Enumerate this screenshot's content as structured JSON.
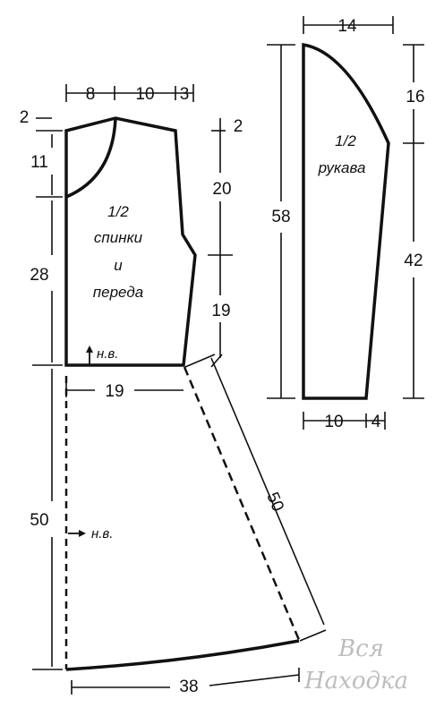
{
  "bodice_label": [
    "1/2",
    "спинки",
    "и",
    "переда"
  ],
  "sleeve_label": [
    "1/2",
    "рукава"
  ],
  "grain_mark": "н.в.",
  "dims": {
    "bodice_top_1": "8",
    "bodice_top_2": "10",
    "bodice_top_3": "3",
    "left_2": "2",
    "left_11": "11",
    "left_28": "28",
    "right_2": "2",
    "right_20": "20",
    "right_19": "19",
    "waist_19": "19",
    "skirt_50_left": "50",
    "skirt_50_diag": "50",
    "hem_38": "38",
    "sleeve_top": "14",
    "sleeve_cap": "16",
    "sleeve_len": "58",
    "sleeve_lower": "42",
    "sleeve_bottom_1": "10",
    "sleeve_bottom_2": "4"
  },
  "watermark": [
    "Вся",
    "Находка"
  ]
}
